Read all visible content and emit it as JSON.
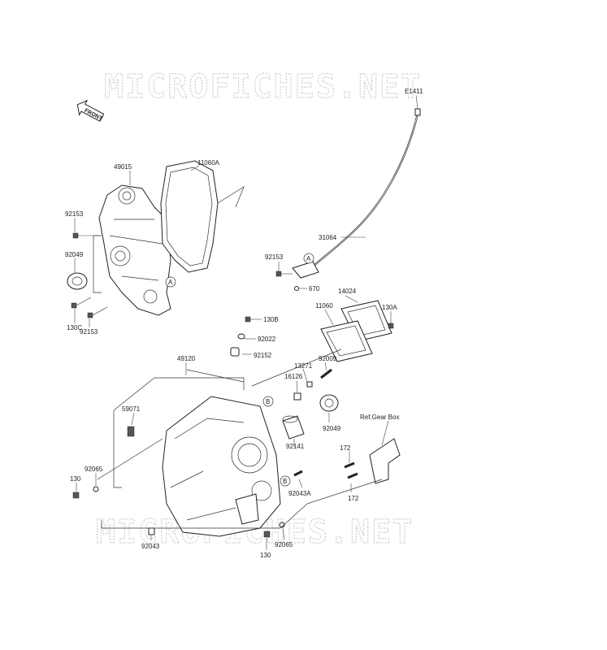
{
  "watermarks": {
    "top": "MICROFICHES.NET",
    "bottom": "MICROFICHES.NET"
  },
  "front_arrow": "FRONT",
  "ref_labels": {
    "A": "A",
    "B": "B"
  },
  "ref_gear_box": "Ref.Gear Box",
  "parts": {
    "p49015": "49015",
    "p11060A": "11060A",
    "p92153_a": "92153",
    "p92049_a": "92049",
    "p130C": "130C",
    "p92153_b": "92153",
    "pE1411": "E1411",
    "p31064": "31064",
    "p92153_c": "92153",
    "p670": "670",
    "p14024": "14024",
    "p11060": "11060",
    "p130A": "130A",
    "p130B": "130B",
    "p92022": "92022",
    "p92152": "92152",
    "p92009": "92009",
    "p13271": "13271",
    "p16126": "16126",
    "p49120": "49120",
    "p59071": "59071",
    "p92049_b": "92049",
    "p92141": "92141",
    "p172_a": "172",
    "p172_b": "172",
    "p92043A": "92043A",
    "p92065_a": "92065",
    "p130_a": "130",
    "p92043": "92043",
    "p130_b": "130",
    "p92065_b": "92065"
  }
}
